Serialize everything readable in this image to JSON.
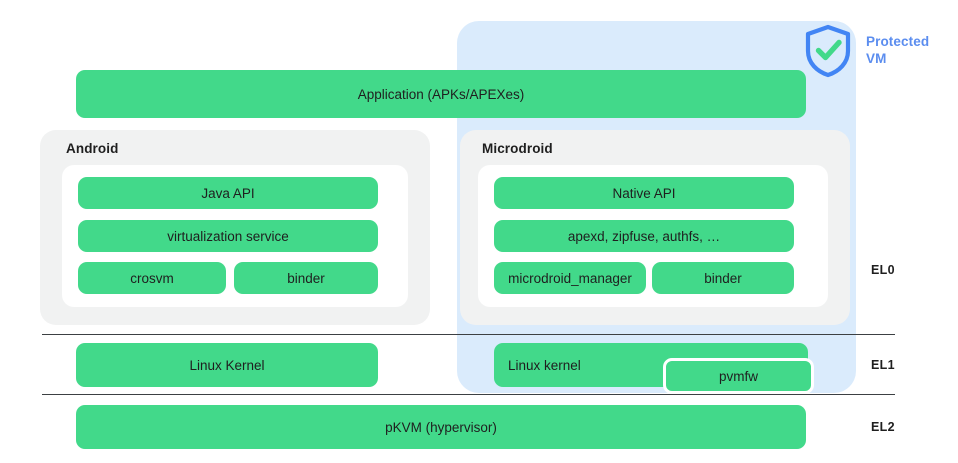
{
  "diagram": {
    "title": "Android Virtualization / pKVM architecture",
    "colors": {
      "green": "#42d98a",
      "panel_blue": "#daebfc",
      "panel_gray": "#f1f2f2",
      "accent_blue": "#5b8def",
      "text_dark": "#1f1f1f",
      "line": "#3c4043",
      "white": "#ffffff"
    }
  },
  "protected_vm": {
    "label": "Protected\nVM",
    "label_line1": "Protected",
    "label_line2": "VM",
    "icon": "shield-check-icon"
  },
  "top_bar": {
    "application": "Application (APKs/APEXes)"
  },
  "android": {
    "title": "Android",
    "rows": [
      {
        "boxes": [
          {
            "label": "Java API"
          }
        ]
      },
      {
        "boxes": [
          {
            "label": "virtualization service"
          }
        ]
      },
      {
        "boxes": [
          {
            "label": "crosvm"
          },
          {
            "label": "binder"
          }
        ]
      }
    ]
  },
  "microdroid": {
    "title": "Microdroid",
    "rows": [
      {
        "boxes": [
          {
            "label": "Native API"
          }
        ]
      },
      {
        "boxes": [
          {
            "label": "apexd, zipfuse, authfs, …"
          }
        ]
      },
      {
        "boxes": [
          {
            "label": "microdroid_manager"
          },
          {
            "label": "binder"
          }
        ]
      }
    ]
  },
  "el1": {
    "android_kernel": "Linux Kernel",
    "pvm_kernel": "Linux kernel",
    "pvmfw": "pvmfw"
  },
  "el2": {
    "hypervisor": "pKVM (hypervisor)"
  },
  "exception_levels": [
    {
      "label": "EL0"
    },
    {
      "label": "EL1"
    },
    {
      "label": "EL2"
    }
  ]
}
